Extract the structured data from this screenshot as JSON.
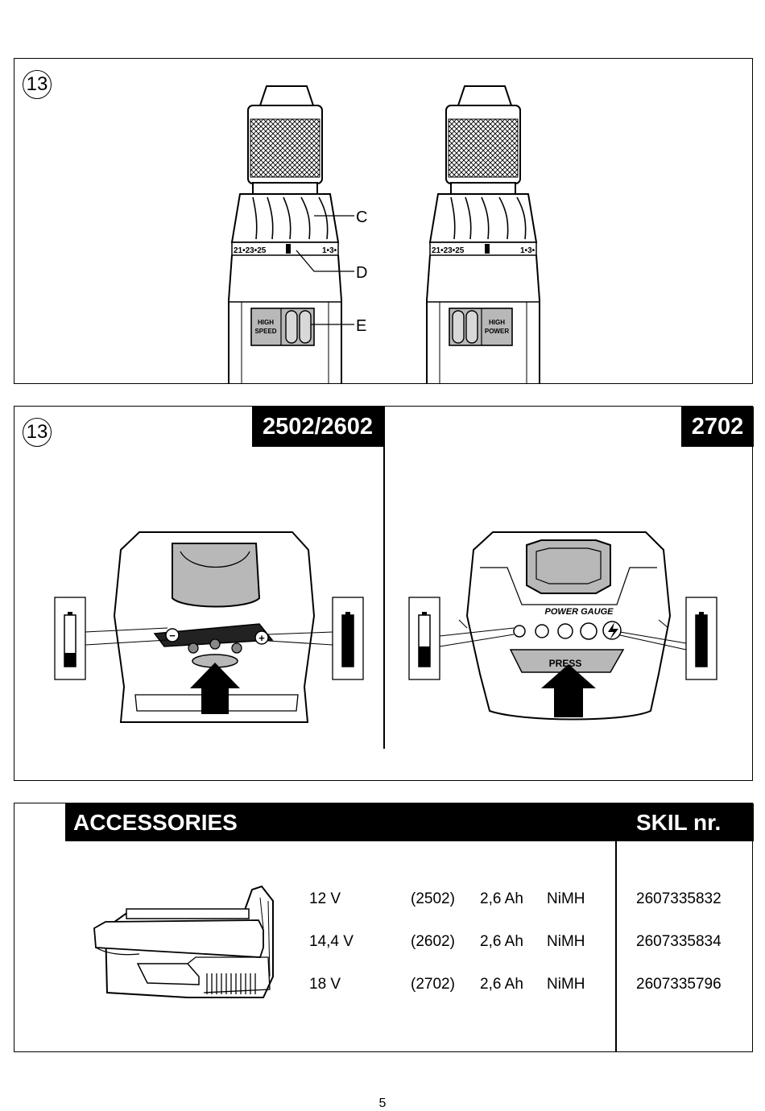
{
  "figure_top": {
    "number": "13",
    "labels": {
      "c": "C",
      "d": "D",
      "e": "E"
    },
    "left_scale": "21•23•25",
    "left_scale_right": "1•3•",
    "right_scale": "21•23•25",
    "right_scale_right": "1•3•",
    "left_switch": {
      "line1": "HIGH",
      "line2": "SPEED"
    },
    "right_switch": {
      "line1": "HIGH",
      "line2": "POWER"
    }
  },
  "figure_mid": {
    "number": "13",
    "left_model": "2502/2602",
    "right_model": "2702",
    "power_gauge_label": "POWER GAUGE",
    "press_label": "PRESS",
    "minus_symbol": "−",
    "plus_symbol": "+"
  },
  "accessories": {
    "title": "ACCESSORIES",
    "skil_header": "SKIL nr.",
    "rows": [
      {
        "voltage": "12 V",
        "model": "(2502)",
        "capacity": "2,6 Ah",
        "type": "NiMH",
        "skil_nr": "2607335832"
      },
      {
        "voltage": "14,4 V",
        "model": "(2602)",
        "capacity": "2,6 Ah",
        "type": "NiMH",
        "skil_nr": "2607335834"
      },
      {
        "voltage": "18 V",
        "model": "(2702)",
        "capacity": "2,6 Ah",
        "type": "NiMH",
        "skil_nr": "2607335796"
      }
    ]
  },
  "page_number": "5"
}
